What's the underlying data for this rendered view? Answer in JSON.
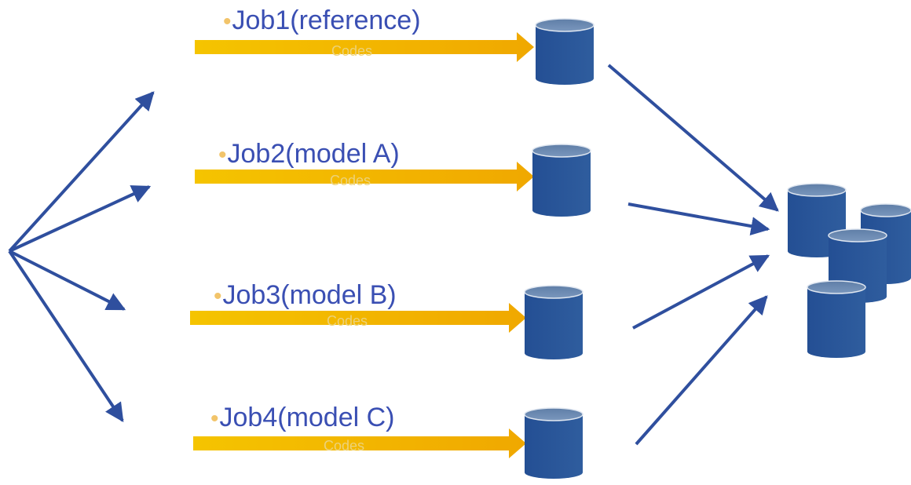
{
  "colors": {
    "job_text": "#3a4fb3",
    "bullet": "#f2c46a",
    "arrow_band": "#f3b400",
    "connector": "#2f4f9e",
    "cylinder_body": "#2c5aa0",
    "cylinder_top": "#6f8fb5"
  },
  "jobs": [
    {
      "bullet": "•",
      "label": "Job1(reference)",
      "sublabel": "Codes"
    },
    {
      "bullet": "•",
      "label": "Job2(model A)",
      "sublabel": "Codes"
    },
    {
      "bullet": "•",
      "label": "Job3(model B)",
      "sublabel": "Codes"
    },
    {
      "bullet": "•",
      "label": "Job4(model C)",
      "sublabel": "Codes"
    }
  ],
  "icons": {
    "job_database": "database-cylinder-icon",
    "merged_database": "database-cluster-icon",
    "connector": "connector-arrow-icon",
    "flow": "yellow-flow-arrow-icon"
  }
}
